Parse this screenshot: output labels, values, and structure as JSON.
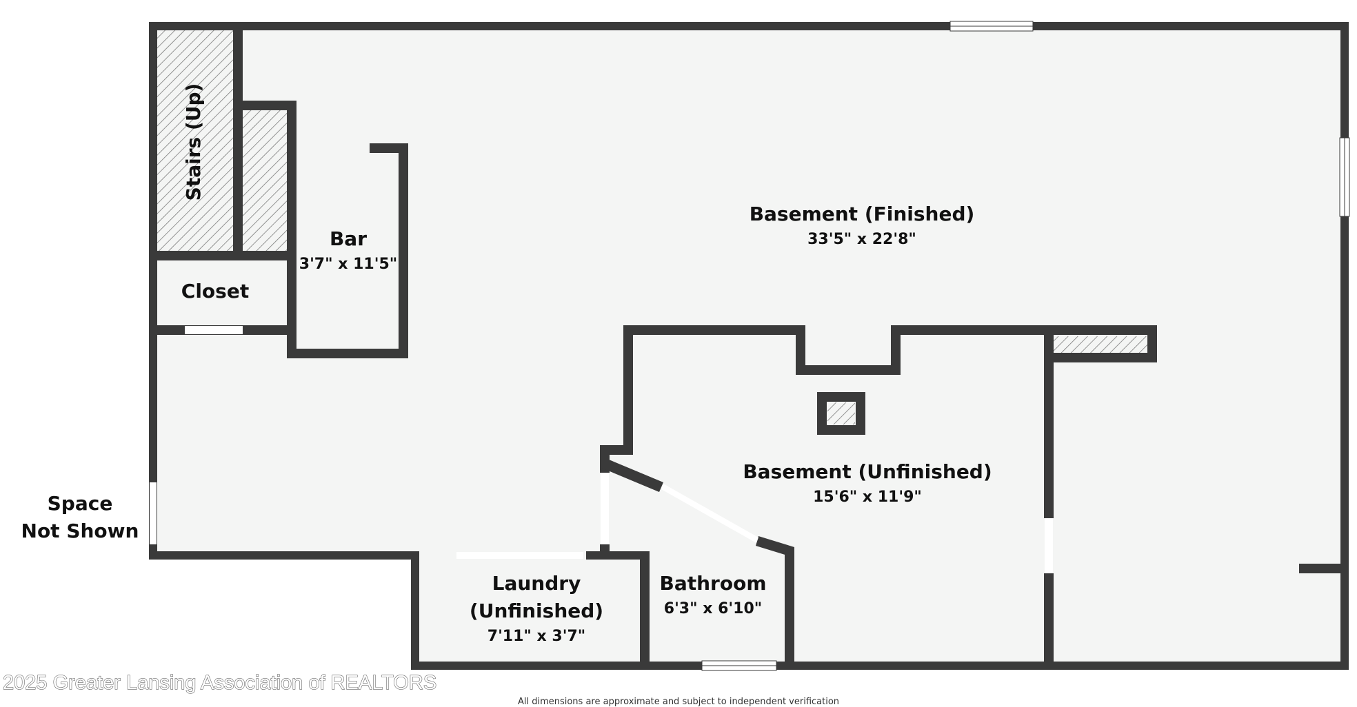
{
  "rooms": {
    "stairs": {
      "name": "Stairs (Up)"
    },
    "bar": {
      "name": "Bar",
      "dims": "3'7\" x 11'5\""
    },
    "closet": {
      "name": "Closet"
    },
    "basement_finished": {
      "name": "Basement (Finished)",
      "dims": "33'5\" x 22'8\""
    },
    "basement_unfinished": {
      "name": "Basement (Unfinished)",
      "dims": "15'6\" x 11'9\""
    },
    "laundry": {
      "name_line1": "Laundry",
      "name_line2": "(Unfinished)",
      "dims": "7'11\" x 3'7\""
    },
    "bathroom": {
      "name": "Bathroom",
      "dims": "6'3\" x 6'10\""
    }
  },
  "space_not_shown": {
    "line1": "Space",
    "line2": "Not Shown"
  },
  "copyright": "2025 Greater Lansing Association of REALTORS",
  "disclaimer": "All dimensions are approximate and subject to independent verification",
  "colors": {
    "wall": "#3a3a3a",
    "floor": "#f4f5f4",
    "hatch": "#7a7a7a"
  }
}
